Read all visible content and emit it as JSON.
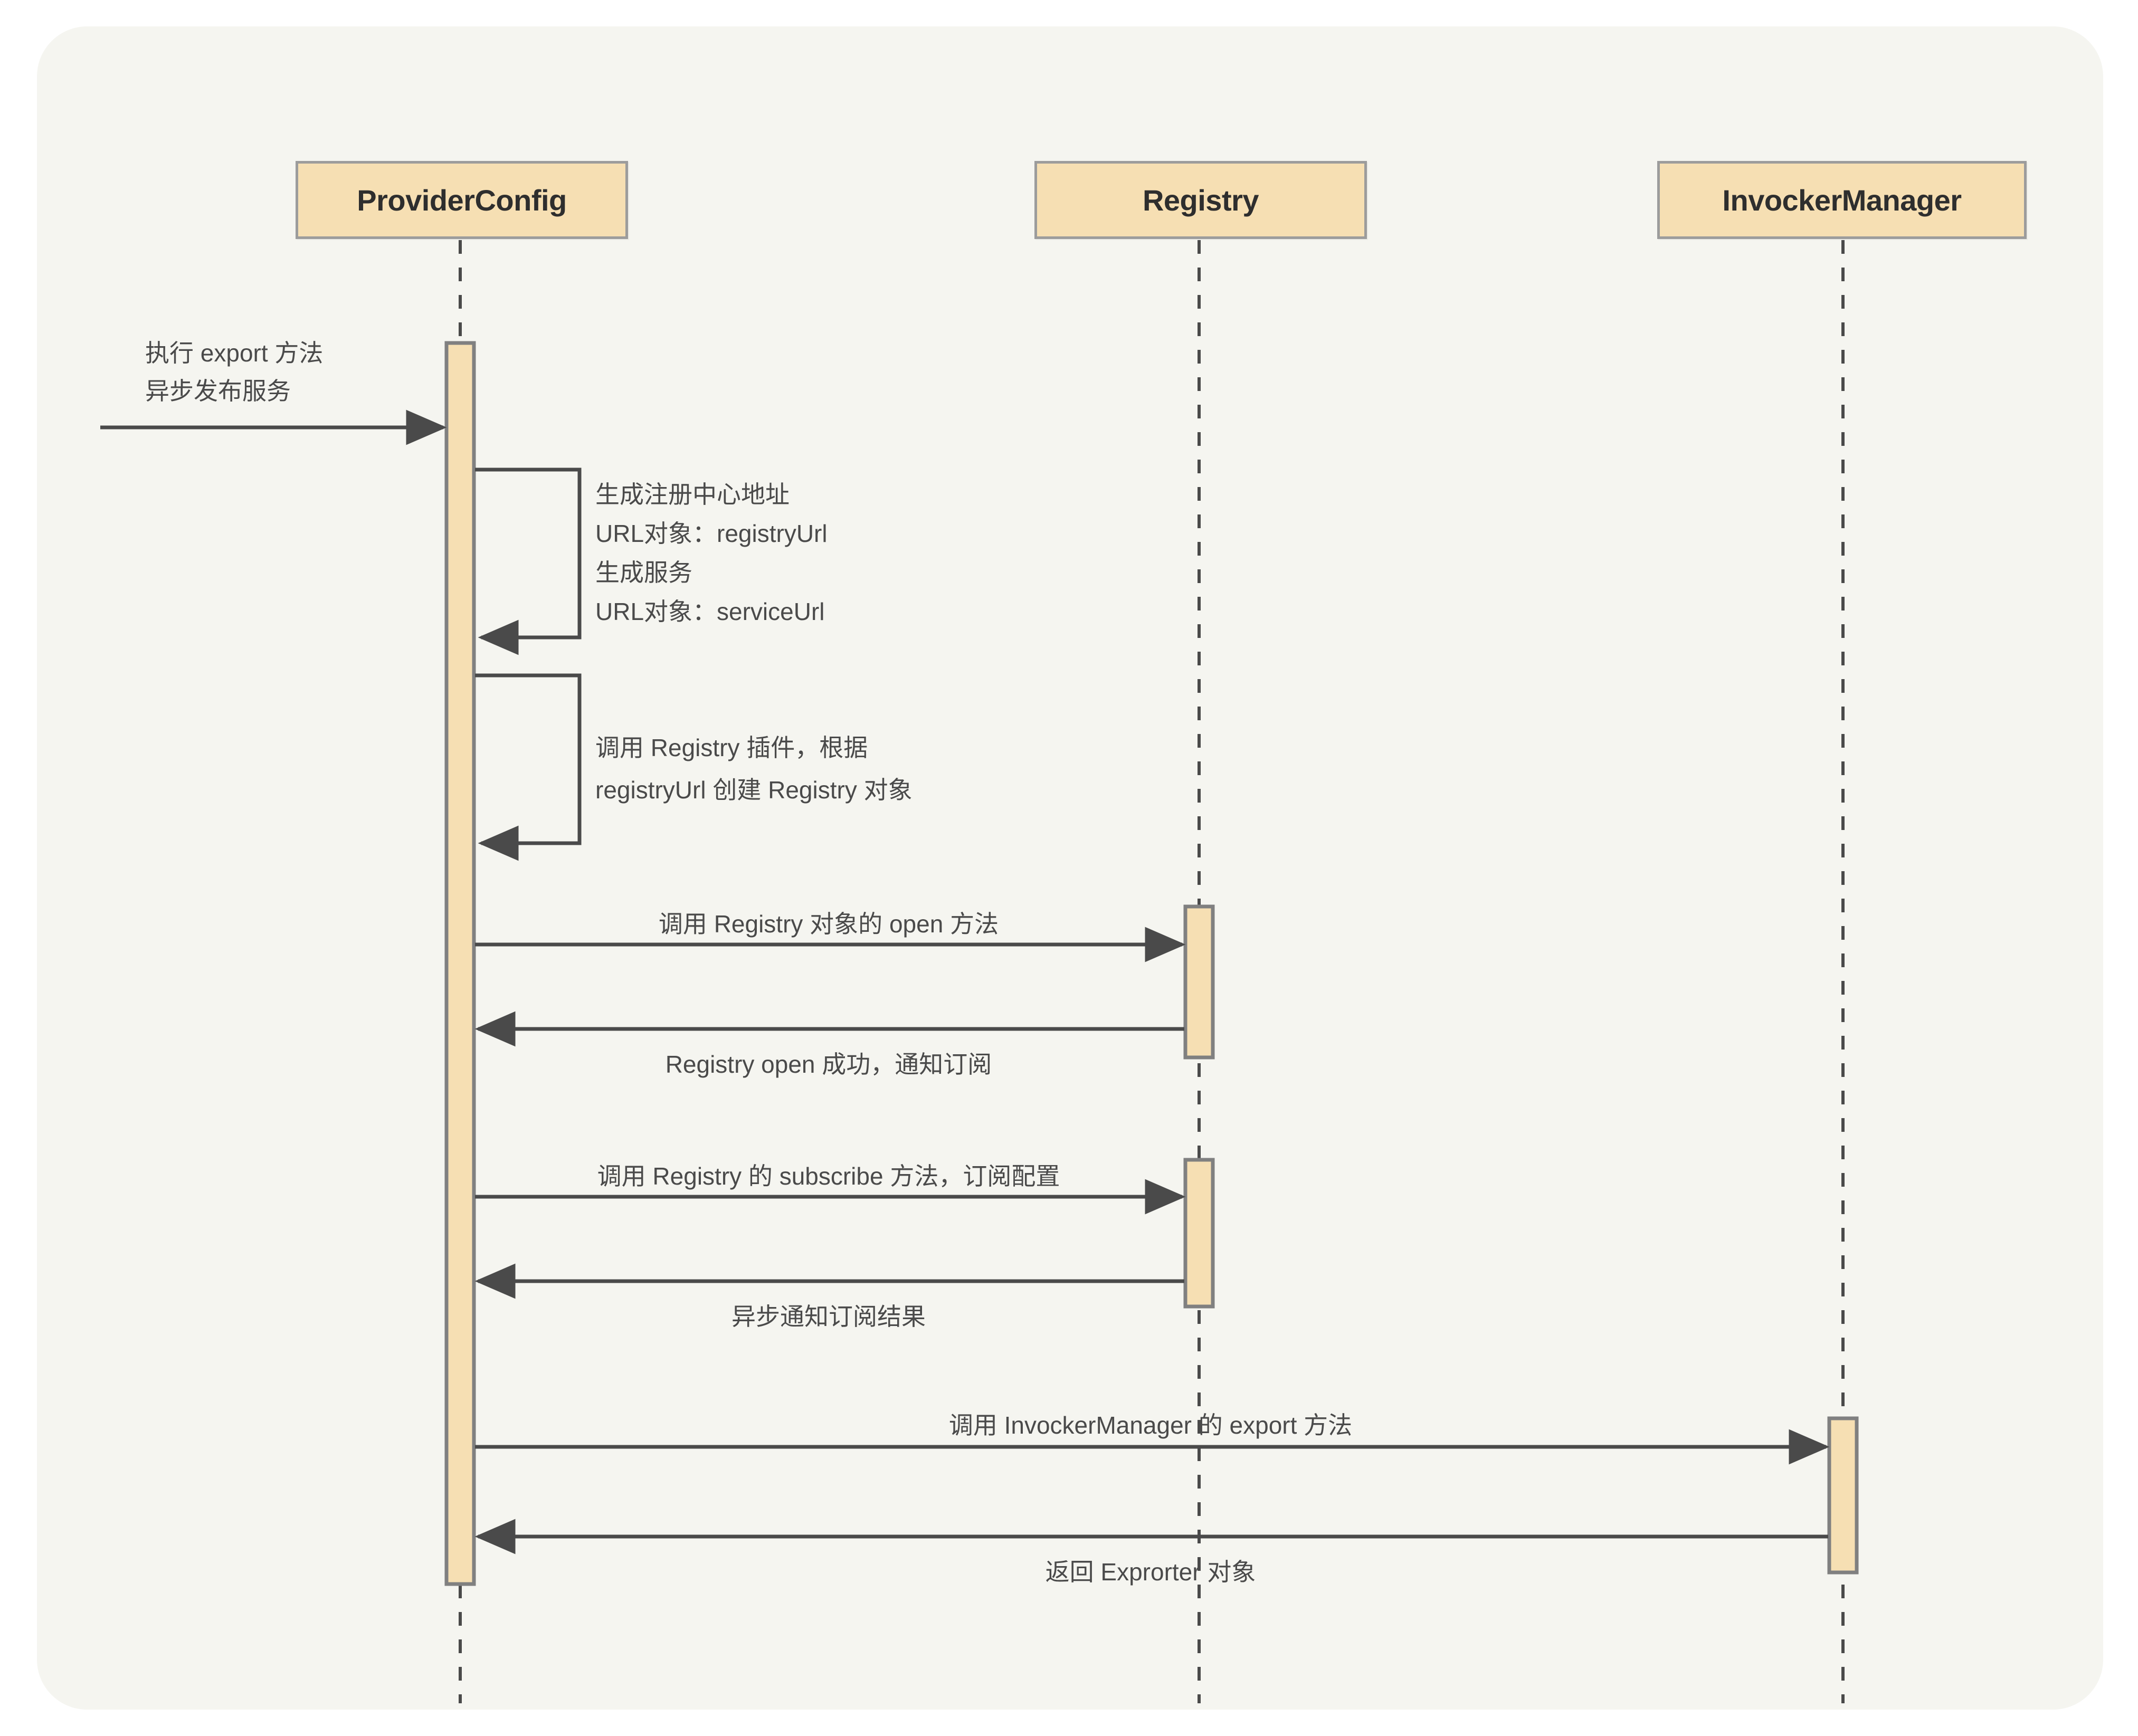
{
  "diagram": {
    "type": "uml-sequence-diagram",
    "background_color": "#F5F5F0",
    "page_color": "#ffffff",
    "actor_fill": "#F6DFB3",
    "actor_border": "#9C9C9C",
    "activation_fill": "#F6DFB3",
    "activation_border": "#808080",
    "line_color": "#4A4A4A",
    "text_color": "#4A4A4A",
    "actor_text_color": "#2E2E2E"
  },
  "actors": [
    {
      "id": "provider-config",
      "label": "ProviderConfig"
    },
    {
      "id": "registry",
      "label": "Registry"
    },
    {
      "id": "invocker-manager",
      "label": "InvockerManager"
    }
  ],
  "entry_message": {
    "line1": "执行 export 方法",
    "line2": "异步发布服务",
    "from": "外部",
    "to": "ProviderConfig"
  },
  "self_notes": [
    {
      "id": "note-generate-urls",
      "owner": "ProviderConfig",
      "lines": [
        "生成注册中心地址",
        "URL对象：registryUrl",
        "生成服务",
        "URL对象：serviceUrl"
      ]
    },
    {
      "id": "note-create-registry",
      "owner": "ProviderConfig",
      "lines": [
        "调用 Registry 插件，根据",
        "registryUrl 创建 Registry 对象"
      ]
    }
  ],
  "messages": [
    {
      "id": "msg-open",
      "label": "调用 Registry 对象的 open 方法",
      "from": "ProviderConfig",
      "to": "Registry",
      "direction": "forward",
      "style": "solid"
    },
    {
      "id": "msg-open-return",
      "label": "Registry open 成功，通知订阅",
      "from": "Registry",
      "to": "ProviderConfig",
      "direction": "return",
      "style": "solid"
    },
    {
      "id": "msg-subscribe",
      "label": "调用 Registry 的 subscribe 方法，订阅配置",
      "from": "ProviderConfig",
      "to": "Registry",
      "direction": "forward",
      "style": "solid"
    },
    {
      "id": "msg-subscribe-return",
      "label": "异步通知订阅结果",
      "from": "Registry",
      "to": "ProviderConfig",
      "direction": "return",
      "style": "solid"
    },
    {
      "id": "msg-export",
      "label": "调用  InvockerManager 的 export 方法",
      "from": "ProviderConfig",
      "to": "InvockerManager",
      "direction": "forward",
      "style": "solid"
    },
    {
      "id": "msg-export-return",
      "label": "返回 Exprorter 对象",
      "from": "InvockerManager",
      "to": "ProviderConfig",
      "direction": "return",
      "style": "solid"
    }
  ]
}
